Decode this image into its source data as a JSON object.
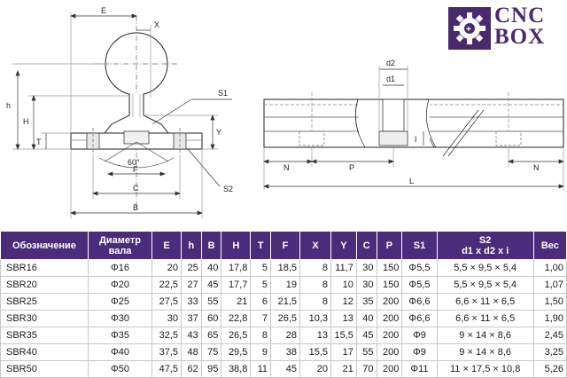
{
  "drawing": {
    "front_labels": {
      "E": "E",
      "X": "X",
      "h": "h",
      "H": "H",
      "T": "T",
      "F": "F",
      "C": "C",
      "B": "B",
      "Y": "Y",
      "S1": "S1",
      "S2": "S2",
      "angle": "60°"
    },
    "side_labels": {
      "d2": "d2",
      "d1": "d1",
      "I": "I",
      "N_left": "N",
      "P": "P",
      "N_right": "N",
      "L": "L"
    }
  },
  "logo": {
    "line1": "CNC",
    "line2": "BOX",
    "icon": "gear-icon",
    "color": "#4a2a6e"
  },
  "table": {
    "header_color": "#4b2c7a",
    "headers": {
      "designation": "Обозначение",
      "shaft_diameter_1": "Диаметр",
      "shaft_diameter_2": "вала",
      "E": "E",
      "h": "h",
      "B": "B",
      "H": "H",
      "T": "T",
      "F": "F",
      "X": "X",
      "Y": "Y",
      "C": "C",
      "P": "P",
      "S1": "S1",
      "S2_1": "S2",
      "S2_2": "d1 x d2 x i",
      "weight": "Вес"
    },
    "rows": [
      {
        "name": "SBR16",
        "d": "Φ16",
        "E": "20",
        "h": "25",
        "B": "40",
        "H": "17,8",
        "T": "5",
        "F": "18,5",
        "X": "8",
        "Y": "11,7",
        "C": "30",
        "P": "150",
        "S1": "Φ5,5",
        "S2": "5,5 × 9,5 × 5,4",
        "W": "1,00"
      },
      {
        "name": "SBR20",
        "d": "Φ20",
        "E": "22,5",
        "h": "27",
        "B": "45",
        "H": "17,7",
        "T": "5",
        "F": "19",
        "X": "8",
        "Y": "10",
        "C": "30",
        "P": "150",
        "S1": "Φ5,5",
        "S2": "5,5 × 9,5 × 5,4",
        "W": "1,07"
      },
      {
        "name": "SBR25",
        "d": "Φ25",
        "E": "27,5",
        "h": "33",
        "B": "55",
        "H": "21",
        "T": "6",
        "F": "21,5",
        "X": "8",
        "Y": "12",
        "C": "35",
        "P": "200",
        "S1": "Φ6,6",
        "S2": "6,6 × 11 × 6,5",
        "W": "1,50"
      },
      {
        "name": "SBR30",
        "d": "Φ30",
        "E": "30",
        "h": "37",
        "B": "60",
        "H": "22,8",
        "T": "7",
        "F": "26,5",
        "X": "10,3",
        "Y": "13",
        "C": "40",
        "P": "200",
        "S1": "Φ6,6",
        "S2": "6,6 × 11 × 6,5",
        "W": "1,90"
      },
      {
        "name": "SBR35",
        "d": "Φ35",
        "E": "32,5",
        "h": "43",
        "B": "65",
        "H": "26,5",
        "T": "8",
        "F": "28",
        "X": "13",
        "Y": "15,5",
        "C": "45",
        "P": "200",
        "S1": "Φ9",
        "S2": "9 × 14 × 8,6",
        "W": "2,45"
      },
      {
        "name": "SBR40",
        "d": "Φ40",
        "E": "37,5",
        "h": "48",
        "B": "75",
        "H": "29,5",
        "T": "9",
        "F": "38",
        "X": "15,5",
        "Y": "17",
        "C": "55",
        "P": "200",
        "S1": "Φ9",
        "S2": "9 × 14 × 8,6",
        "W": "3,25"
      },
      {
        "name": "SBR50",
        "d": "Φ50",
        "E": "47,5",
        "h": "62",
        "B": "95",
        "H": "38,8",
        "T": "11",
        "F": "45",
        "X": "20",
        "Y": "21",
        "C": "70",
        "P": "200",
        "S1": "Φ11",
        "S2": "11 × 17,5 × 10,8",
        "W": "5,26"
      }
    ]
  }
}
